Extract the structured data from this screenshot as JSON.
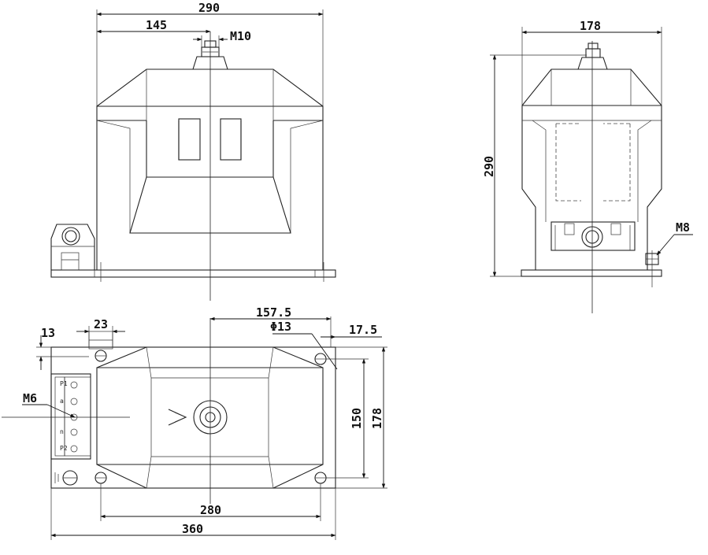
{
  "dimensions": {
    "front_width": "290",
    "front_half": "145",
    "top_bolt": "M10",
    "side_height": "290",
    "side_width": "178",
    "ground_bolt": "M8",
    "plan_offset": "157.5",
    "hole_dia": "Φ13",
    "edge_offset": "17.5",
    "plan_left_edge": "13",
    "plan_terminal_width": "23",
    "terminal_bolt": "M6",
    "hole_spacing": "150",
    "plan_depth": "178",
    "mount_spacing": "280",
    "overall_length": "360"
  },
  "terminal_marks": [
    "P1",
    "a",
    "n",
    "P2"
  ],
  "colors": {
    "line": "#222222",
    "background": "#ffffff"
  }
}
